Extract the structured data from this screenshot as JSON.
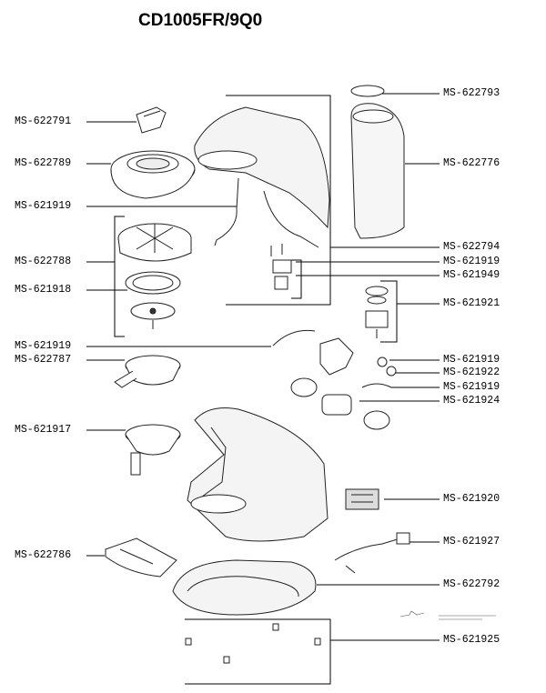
{
  "title": "CD1005FR/9Q0",
  "labels_left": {
    "l1": "MS-622791",
    "l2": "MS-622789",
    "l3": "MS-621919",
    "l4": "MS-622788",
    "l5": "MS-621918",
    "l6": "MS-621919",
    "l7": "MS-622787",
    "l8": "MS-621917",
    "l9": "MS-622786"
  },
  "labels_right": {
    "r1": "MS-622793",
    "r2": "MS-622776",
    "r3": "MS-622794",
    "r4": "MS-621919",
    "r5": "MS-621949",
    "r6": "MS-621921",
    "r7": "MS-621919",
    "r8": "MS-621922",
    "r9": "MS-621919",
    "r10": "MS-621924",
    "r11": "MS-621920",
    "r12": "MS-621927",
    "r13": "MS-622792",
    "r14": "MS-621925"
  }
}
